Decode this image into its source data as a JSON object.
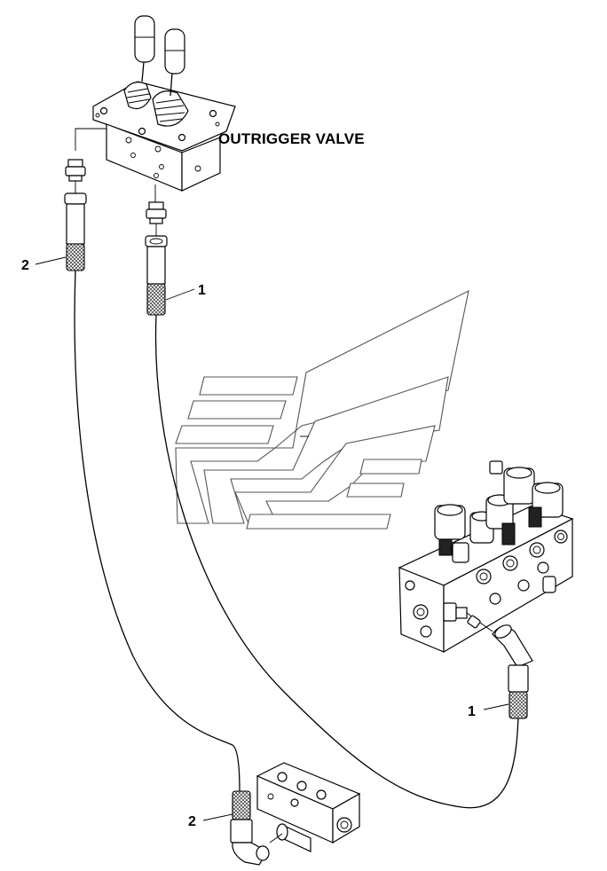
{
  "diagram": {
    "title_label": "OUTRIGGER VALVE",
    "callouts": [
      {
        "id": "c1",
        "text": "2"
      },
      {
        "id": "c2",
        "text": "1"
      },
      {
        "id": "c3",
        "text": "1"
      },
      {
        "id": "c4",
        "text": "2"
      }
    ]
  }
}
